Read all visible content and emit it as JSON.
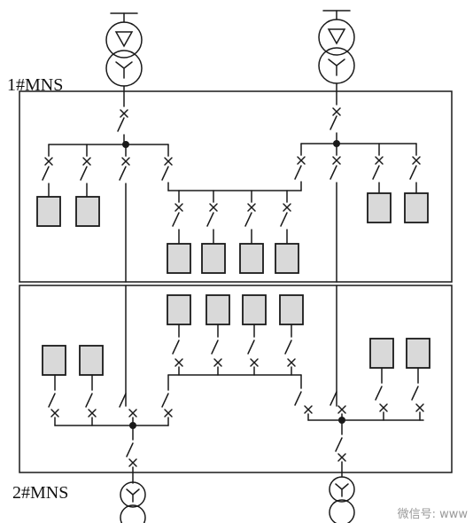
{
  "labels": {
    "top_panel": "1#MNS",
    "bottom_panel": "2#MNS"
  },
  "watermark": "微信号: www",
  "colors": {
    "line": "#1a1a1a",
    "device_fill": "#d9d9d9",
    "background": "#ffffff"
  },
  "icons": [
    "transformer-icon",
    "breaker-icon",
    "load-device-icon"
  ]
}
